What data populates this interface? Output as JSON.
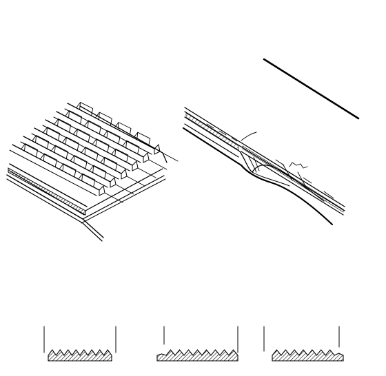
{
  "figure": {
    "panels": [
      {
        "name": "belt-isometric"
      },
      {
        "name": "belt-separation-detail"
      },
      {
        "name": "rib-profile-normal"
      },
      {
        "name": "rib-profile-worn-left"
      },
      {
        "name": "rib-profile-worn-right"
      }
    ]
  },
  "colors": {
    "ink": "#000000",
    "background": "#ffffff"
  }
}
